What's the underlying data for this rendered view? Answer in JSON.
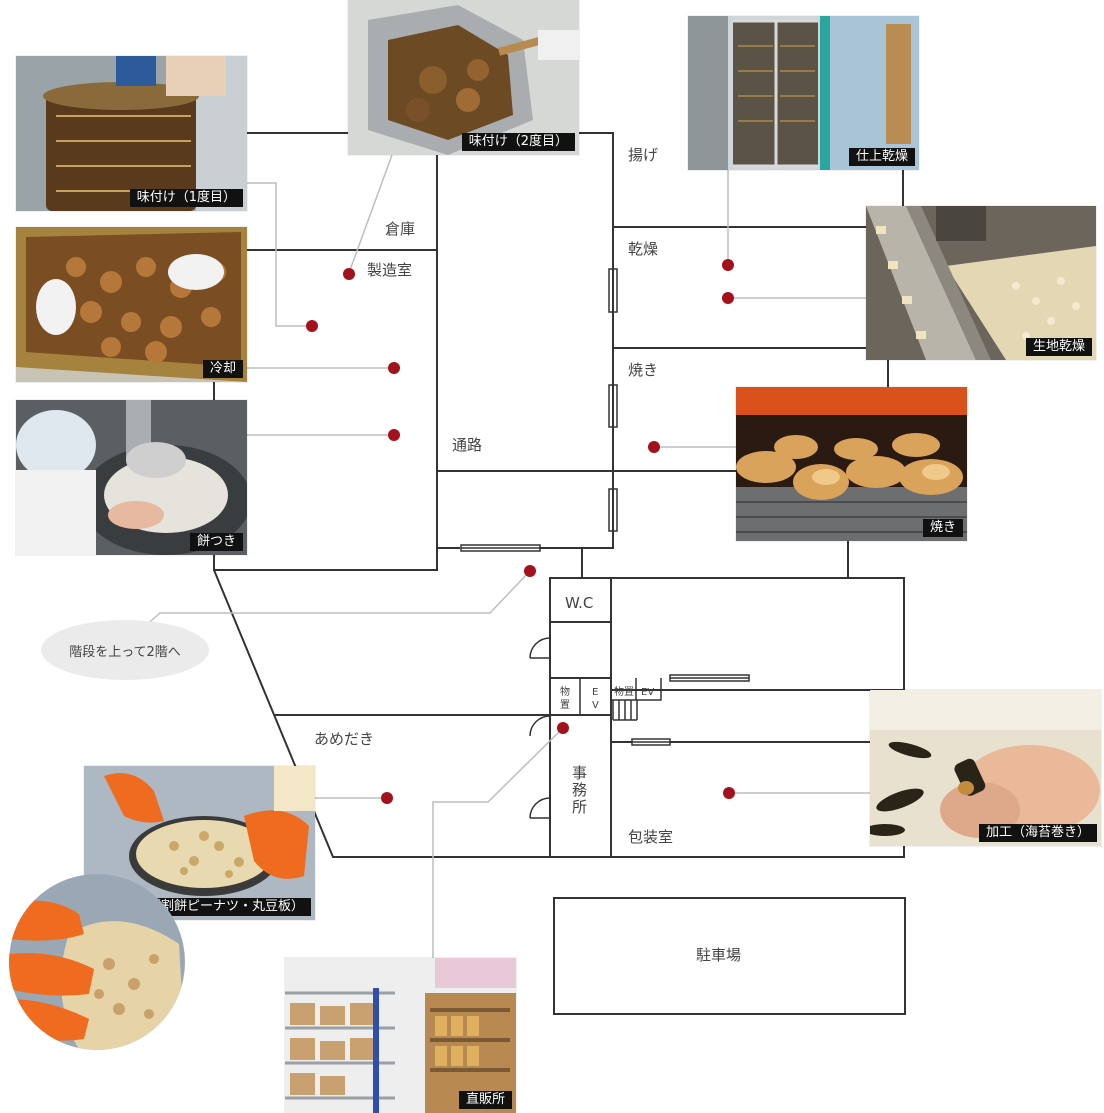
{
  "rooms": {
    "souko": "倉庫",
    "seizoushitsu": "製造室",
    "tsuuro": "通路",
    "age": "揚げ",
    "kansou": "乾燥",
    "yaki": "焼き",
    "wc": "W.C",
    "monooki_1": "物",
    "monooki_2": "置",
    "ev_e": "E",
    "ev_v": "V",
    "monooki_small": "物置",
    "ev_small": "EV",
    "amedaki": "あめだき",
    "jimusho_1": "事",
    "jimusho_2": "務",
    "jimusho_3": "所",
    "housoushitsu": "包装室",
    "chuushajou": "駐車場"
  },
  "stairs_note": "階段を上って2階へ",
  "photos": {
    "ajitsuke1": "味付け（1度目）",
    "ajitsuke2": "味付け（2度目）",
    "shiage_kansou": "仕上乾燥",
    "reikyaku": "冷却",
    "kiji_kansou": "生地乾燥",
    "mochitsuki": "餅つき",
    "yaki": "焼き",
    "kakou_kainori": "加工（海苔巻き）",
    "kakou_peanuts": "加工（割餅ピーナツ・丸豆板）",
    "chokubaijo": "直販所"
  },
  "colors": {
    "marker": "#a3111c",
    "wall": "#333333",
    "leader": "#bdbdbd",
    "caption_bg": "#111111",
    "note_bg": "#ebebeb"
  }
}
